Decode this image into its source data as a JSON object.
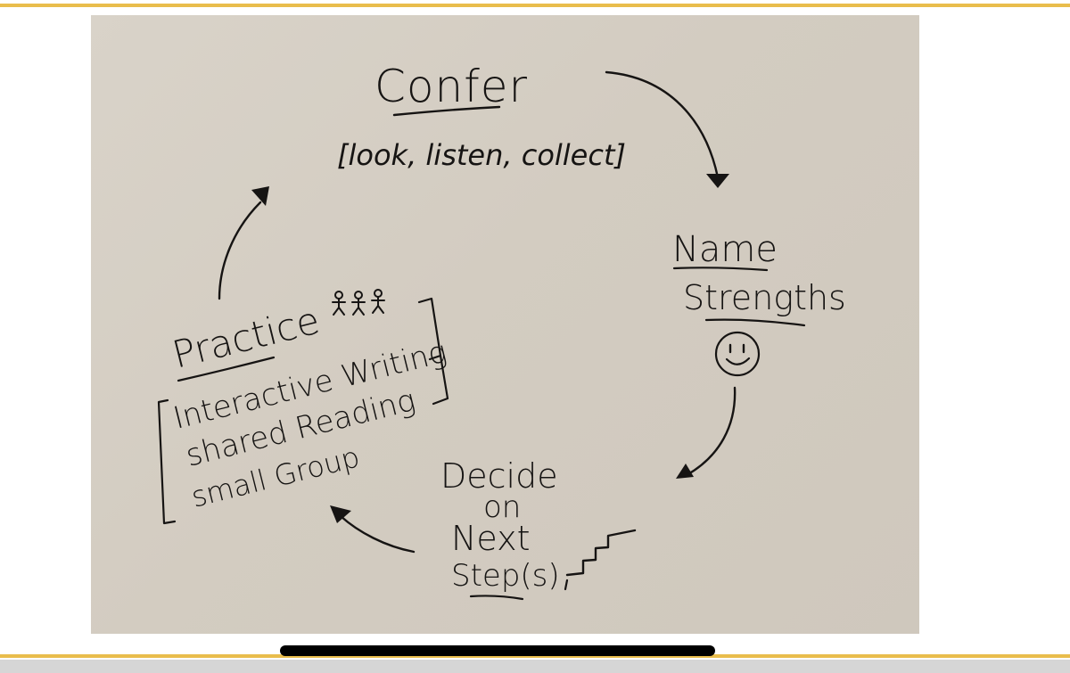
{
  "colors": {
    "accent_stripe": "#e9bd4c",
    "paper": "#d5cec3",
    "ink": "#161413"
  },
  "diagram": {
    "confer": {
      "title": "Confer",
      "detail": "[look, listen, collect]"
    },
    "name_strengths": {
      "line1": "Name",
      "line2": "Strengths",
      "icon": "smiley-face-icon"
    },
    "decide": {
      "line1": "Decide",
      "line2": "on",
      "line3": "Next",
      "line4": "Step(s)",
      "icon": "staircase-icon"
    },
    "practice": {
      "title": "Practice",
      "icon": "group-of-people-icon",
      "items": [
        "Interactive Writing",
        "shared Reading",
        "small Group"
      ]
    }
  }
}
